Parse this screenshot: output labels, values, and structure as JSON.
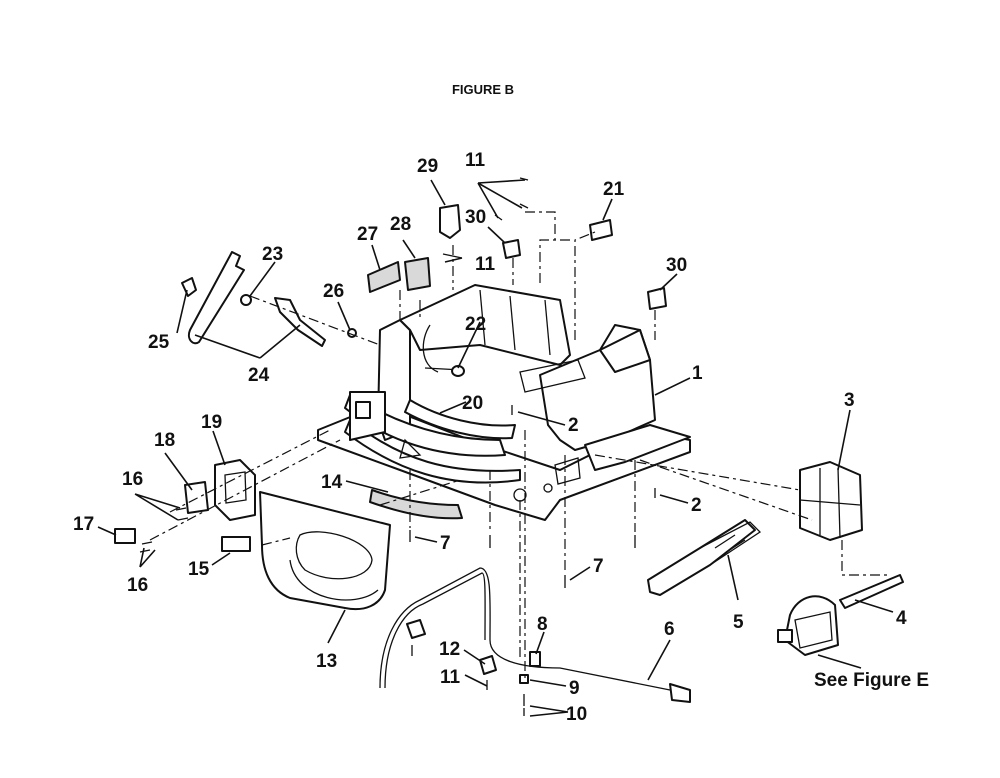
{
  "figure": {
    "title": "FIGURE B"
  },
  "reference_note": "See Figure E",
  "callouts": {
    "c1": "1",
    "c2a": "2",
    "c2b": "2",
    "c3": "3",
    "c4": "4",
    "c5": "5",
    "c6": "6",
    "c7a": "7",
    "c7b": "7",
    "c8": "8",
    "c9": "9",
    "c10": "10",
    "c11a": "11",
    "c11b": "11",
    "c11c": "11",
    "c12": "12",
    "c13": "13",
    "c14": "14",
    "c15": "15",
    "c16a": "16",
    "c16b": "16",
    "c17": "17",
    "c18": "18",
    "c19": "19",
    "c20": "20",
    "c21": "21",
    "c22": "22",
    "c23": "23",
    "c24": "24",
    "c25": "25",
    "c26": "26",
    "c27": "27",
    "c28": "28",
    "c29": "29",
    "c30a": "30",
    "c30b": "30"
  }
}
